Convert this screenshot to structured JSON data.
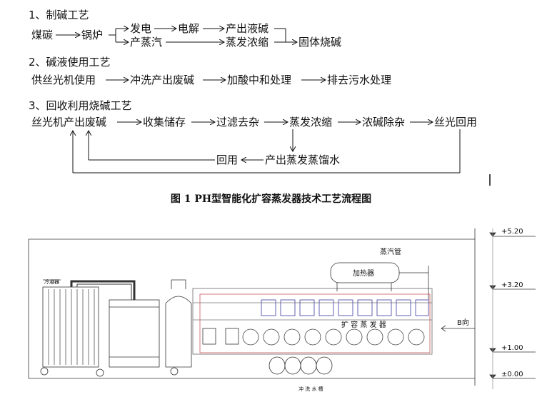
{
  "flow1": {
    "heading": "1、制碱工艺",
    "coal": "煤碳",
    "boiler": "锅炉",
    "power": "发电",
    "electrolysis": "电解",
    "liquid_alkali": "产出液碱",
    "steam": "产蒸汽",
    "evap_concentrate": "蒸发浓缩",
    "solid_alkali": "固体烧碱"
  },
  "flow2": {
    "heading": "2、碱液使用工艺",
    "step1": "供丝光机使用",
    "step2": "冲洗产出废碱",
    "step3": "加酸中和处理",
    "step4": "排去污水处理"
  },
  "flow3": {
    "heading": "3、回收利用烧碱工艺",
    "step1": "丝光机产出废碱",
    "step2": "收集储存",
    "step3": "过滤去杂",
    "step4": "蒸发浓缩",
    "step5": "浓碱除杂",
    "step6": "丝光回用",
    "reuse": "回用",
    "distilled": "产出蒸发蒸馏水"
  },
  "caption": "图 1 PH型智能化扩容蒸发器技术工艺流程图",
  "drawing": {
    "cooler_label": "冷凝器",
    "steam_pipe": "蒸汽管",
    "heater": "加热器",
    "evaporator": "扩 容 蒸 发 器",
    "direction": "B向",
    "bottom_label": "冲 洗 水 槽",
    "elev_1": "+5.20",
    "elev_2": "+3.20",
    "elev_3": "+1.00",
    "elev_4": "±0.00"
  }
}
